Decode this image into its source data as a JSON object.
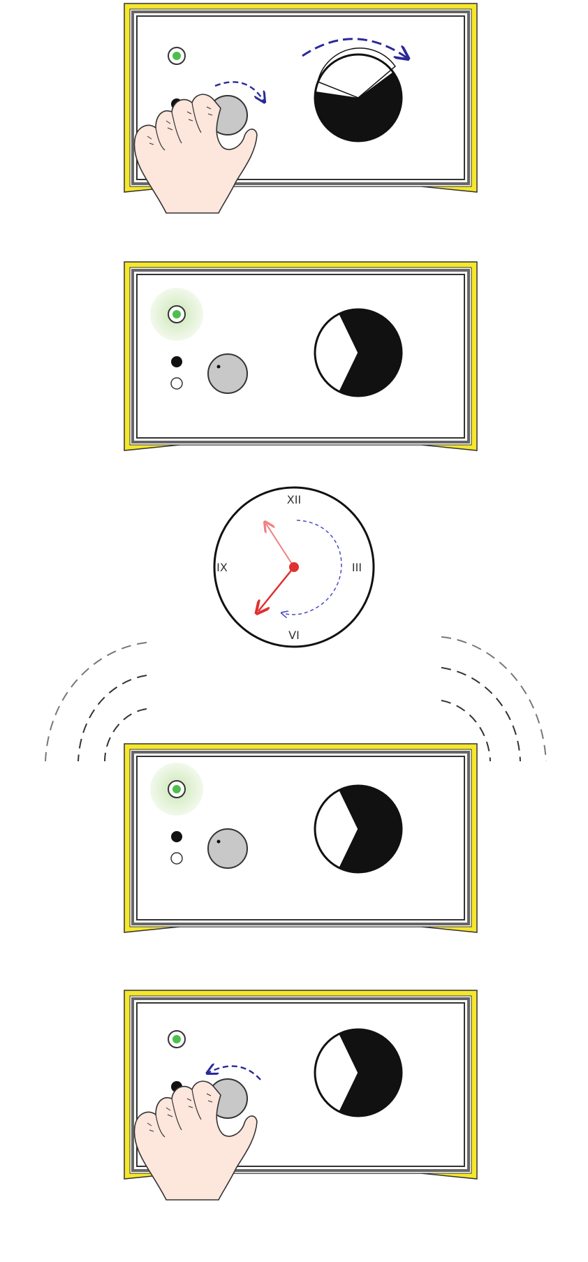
{
  "diagram": {
    "steps": [
      {
        "id": "turn-knob-clockwise",
        "led_glow": false,
        "knob_white_dot": false,
        "hand": true,
        "arrow_direction": "clockwise",
        "sector_arrow": true
      },
      {
        "id": "timer-set",
        "led_glow": true,
        "knob_white_dot": true,
        "hand": false
      },
      {
        "id": "timer-running",
        "led_glow": true,
        "knob_white_dot": true,
        "hand": false,
        "sound_waves": true
      },
      {
        "id": "turn-knob-counterclockwise",
        "led_glow": false,
        "knob_white_dot": false,
        "hand": true,
        "arrow_direction": "counterclockwise"
      }
    ],
    "clock": {
      "numerals": {
        "top": "XII",
        "right": "III",
        "bottom": "VI",
        "left": "IX"
      }
    }
  },
  "colors": {
    "frame_outer": "#f5e72c",
    "frame_inner": "#555555",
    "led_green": "#4cbf4c",
    "led_glow": "#e3f2d6",
    "knob_fill": "#c8c8c8",
    "arrow_blue": "#2a2a9a",
    "clock_hand": "#e03030",
    "clock_hand_faded": "#f08080",
    "hand_skin": "#fde6dc"
  }
}
